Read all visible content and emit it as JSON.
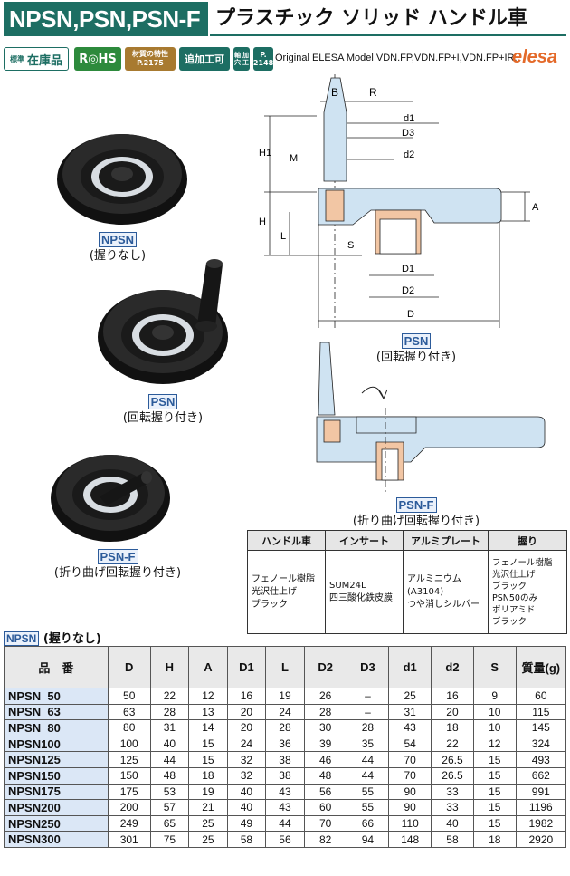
{
  "header": {
    "code": "NPSN,PSN,PSN-F",
    "title": "プラスチック ソリッド ハンドル車"
  },
  "badges": {
    "stock_small": "標準",
    "stock": "在庫品",
    "rohs": "R◎HS",
    "material_top": "材質の特性",
    "material_page": "P.2175",
    "extra": "追加工可",
    "hole_top": "軸穴",
    "hole_bottom": "加工",
    "page_top": "P.",
    "page_bottom": "2148",
    "original": "Original ELESA Model VDN.FP,VDN.FP+I,VDN.FP+IR.",
    "brand": "elesa"
  },
  "photos": {
    "npsn_label": "NPSN",
    "npsn_sub": "(握りなし)",
    "psn_label": "PSN",
    "psn_sub": "(回転握り付き)",
    "psnf_label": "PSN-F",
    "psnf_sub": "(折り曲げ回転握り付き)"
  },
  "drawing": {
    "dims": {
      "B": "B",
      "R": "R",
      "d1": "d1",
      "D3": "D3",
      "d2": "d2",
      "M": "M",
      "H1": "H1",
      "H": "H",
      "L": "L",
      "A": "A",
      "S": "S",
      "D1": "D1",
      "D2": "D2",
      "D": "D"
    },
    "psn_label": "PSN",
    "psn_sub": "(回転握り付き)",
    "psnf_label": "PSN-F",
    "psnf_sub": "(折り曲げ回転握り付き)"
  },
  "materials": {
    "headers": [
      "ハンドル車",
      "インサート",
      "アルミプレート",
      "握り"
    ],
    "col1": [
      "フェノール樹脂",
      "光沢仕上げ",
      "ブラック"
    ],
    "col2": [
      "SUM24L",
      "四三酸化鉄皮膜"
    ],
    "col3": [
      "アルミニウム",
      "(A3104)",
      "つや消しシルバー"
    ],
    "col4": [
      "フェノール樹脂",
      "光沢仕上げ",
      "ブラック",
      "PSN50のみ",
      "ポリアミド",
      "ブラック"
    ]
  },
  "section": {
    "label": "NPSN",
    "sub": "(握りなし)"
  },
  "spec": {
    "headers": [
      "品　番",
      "D",
      "H",
      "A",
      "D1",
      "L",
      "D2",
      "D3",
      "d1",
      "d2",
      "S",
      "質量(g)"
    ],
    "rows": [
      [
        "NPSN  50",
        "50",
        "22",
        "12",
        "16",
        "19",
        "26",
        "–",
        "25",
        "16",
        "9",
        "60"
      ],
      [
        "NPSN  63",
        "63",
        "28",
        "13",
        "20",
        "24",
        "28",
        "–",
        "31",
        "20",
        "10",
        "115"
      ],
      [
        "NPSN  80",
        "80",
        "31",
        "14",
        "20",
        "28",
        "30",
        "28",
        "43",
        "18",
        "10",
        "145"
      ],
      [
        "NPSN100",
        "100",
        "40",
        "15",
        "24",
        "36",
        "39",
        "35",
        "54",
        "22",
        "12",
        "324"
      ],
      [
        "NPSN125",
        "125",
        "44",
        "15",
        "32",
        "38",
        "46",
        "44",
        "70",
        "26.5",
        "15",
        "493"
      ],
      [
        "NPSN150",
        "150",
        "48",
        "18",
        "32",
        "38",
        "48",
        "44",
        "70",
        "26.5",
        "15",
        "662"
      ],
      [
        "NPSN175",
        "175",
        "53",
        "19",
        "40",
        "43",
        "56",
        "55",
        "90",
        "33",
        "15",
        "991"
      ],
      [
        "NPSN200",
        "200",
        "57",
        "21",
        "40",
        "43",
        "60",
        "55",
        "90",
        "33",
        "15",
        "1196"
      ],
      [
        "NPSN250",
        "249",
        "65",
        "25",
        "49",
        "44",
        "70",
        "66",
        "110",
        "40",
        "15",
        "1982"
      ],
      [
        "NPSN300",
        "301",
        "75",
        "25",
        "58",
        "56",
        "82",
        "94",
        "148",
        "58",
        "18",
        "2920"
      ]
    ]
  }
}
